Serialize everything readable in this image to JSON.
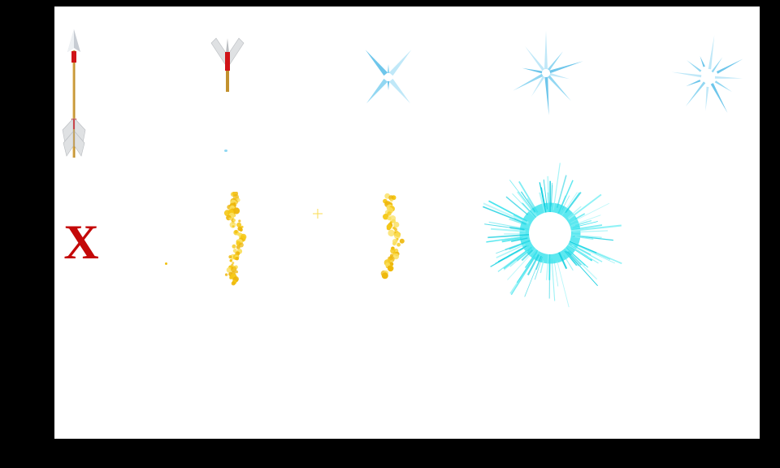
{
  "scene": {
    "description": "sprite sheet of projectile and magic effect sprites on a white canvas with black letterbox border",
    "background": "#000000",
    "canvas_background": "#ffffff"
  },
  "x_mark": {
    "glyph": "X",
    "color": "#c40808"
  },
  "sprites": {
    "arrow": "long vertical arrow with silver head, gold shaft, red bands and gray fletching",
    "bolt": "arrow tail stuck downward: gray fletching, red band, gold shaft",
    "ice_sparkle_small": "light blue four-armed sparkle",
    "ice_sparkle_medium": "light blue radial sparkle burst",
    "ice_sparkle_large": "light blue scattered ray sparkle",
    "flame_trail_1": "vertical golden flame particle trail",
    "flame_trail_2": "vertical golden flame particle trail (shorter)",
    "ice_burst": "large cyan needle-ray explosion with white hollow center",
    "blue_speck": "tiny light blue particle",
    "yellow_speck": "tiny yellow particle",
    "mini_spark": "tiny faint yellow cross sparkle"
  },
  "colors": {
    "arrow_shaft": "#c2912e",
    "arrow_shaft_light": "#e0b258",
    "arrow_band_red": "#d01418",
    "arrowhead_silver": "#c7ccd3",
    "arrowhead_highlight": "#eef1f4",
    "fletching_gray": "#dfe1e3",
    "fletching_shadow": "#b9bcc0",
    "sparkle_blue_light": "#b5e4f7",
    "sparkle_blue": "#7fd0f0",
    "sparkle_blue_deep": "#55bce8",
    "flame_yellow": "#f5c816",
    "flame_yellow_deep": "#eeb70c",
    "flame_yellow_light": "#fadf5e",
    "burst_cyan": "#35e2ec",
    "burst_cyan_light": "#8ff2f6",
    "burst_cyan_deep": "#12cfe0"
  }
}
